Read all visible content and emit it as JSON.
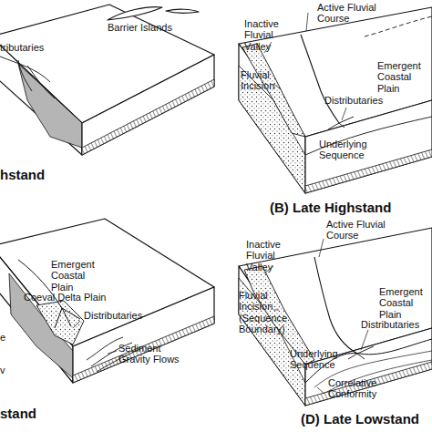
{
  "diagram": {
    "labels": [
      "Barrier Islands",
      "tributaries",
      "hstand",
      "Active Fluvial Course",
      "Inactive Fluvial Valley",
      "Fluvial Incision",
      "Emergent Coastal Plain",
      "Distributaries",
      "Underlying Sequence",
      "(B) Late Highstand",
      "Emergent Coastal Plain",
      "Coeval Delta Plain",
      "Distributaries",
      "Sediment Gravity Flows",
      "e",
      "v",
      "stand",
      "Active Fluvial Course",
      "Inactive Fluvial Valley",
      "Fluvial Incision (Sequence Boundary)",
      "Emergent Coastal Plain",
      "Distributaries",
      "Underlying Sequence",
      "Correlative Conformity",
      "(D) Late Lowstand"
    ]
  }
}
